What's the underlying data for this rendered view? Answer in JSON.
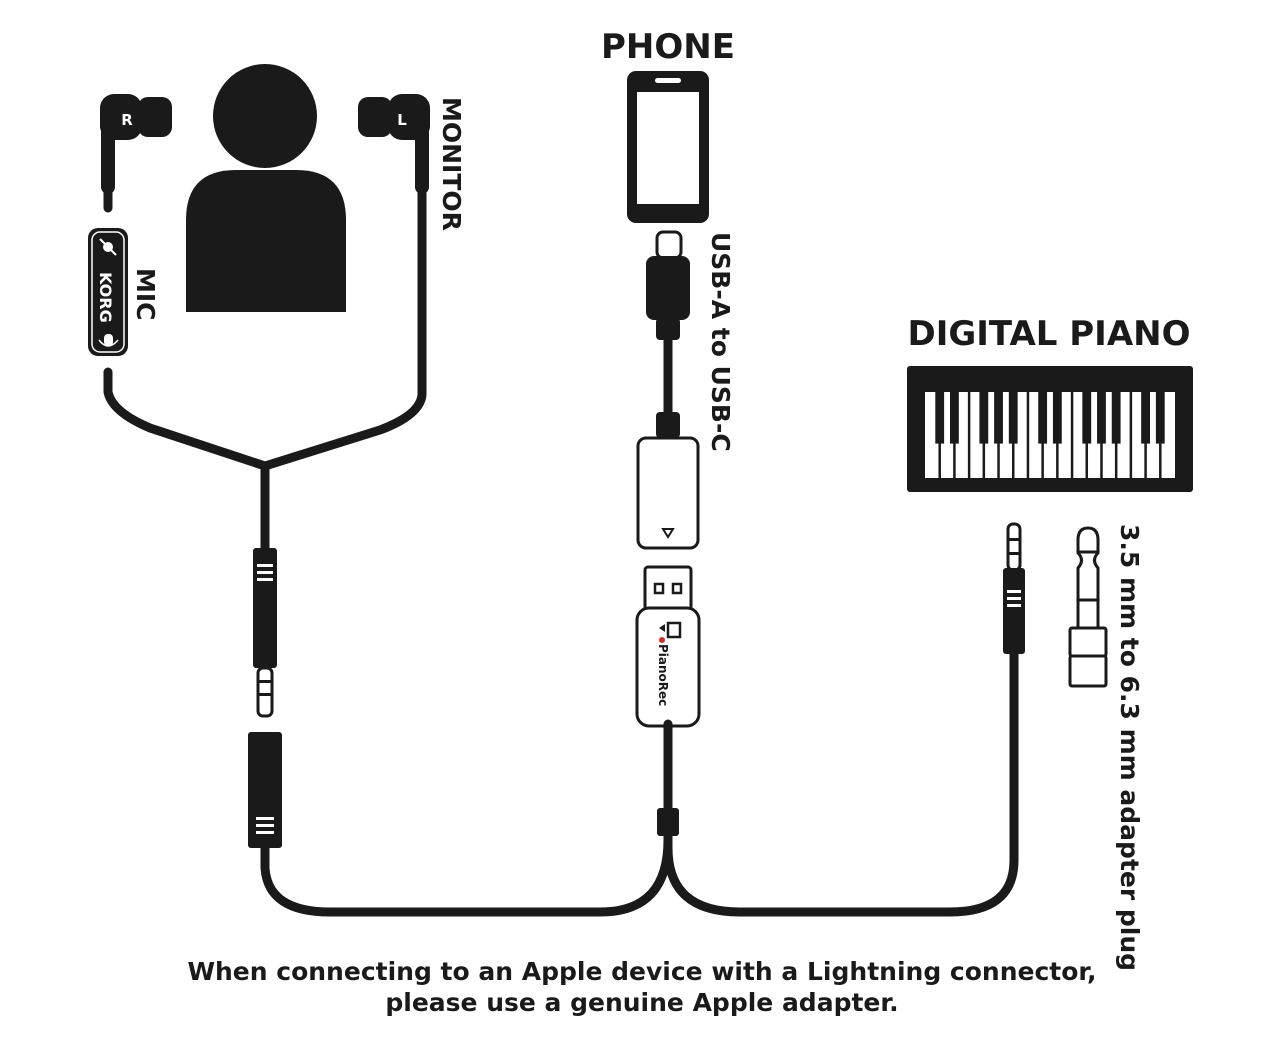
{
  "labels": {
    "phone": "PHONE",
    "digital_piano": "DIGITAL PIANO",
    "monitor": "MONITOR",
    "mic": "MIC",
    "usb_cable": "USB-A to USB-C",
    "adapter_plug": "3.5 mm to 6.3 mm adapter plug",
    "earbud_right": "R",
    "earbud_left": "L",
    "brand": "KORG",
    "device_brand": "PianoRec"
  },
  "note": {
    "line1": "When connecting to an Apple device with a Lightning connector,",
    "line2": "please use a genuine Apple adapter."
  },
  "colors": {
    "ink": "#1a1a1a",
    "background": "#ffffff",
    "accent": "#d32f2f"
  }
}
